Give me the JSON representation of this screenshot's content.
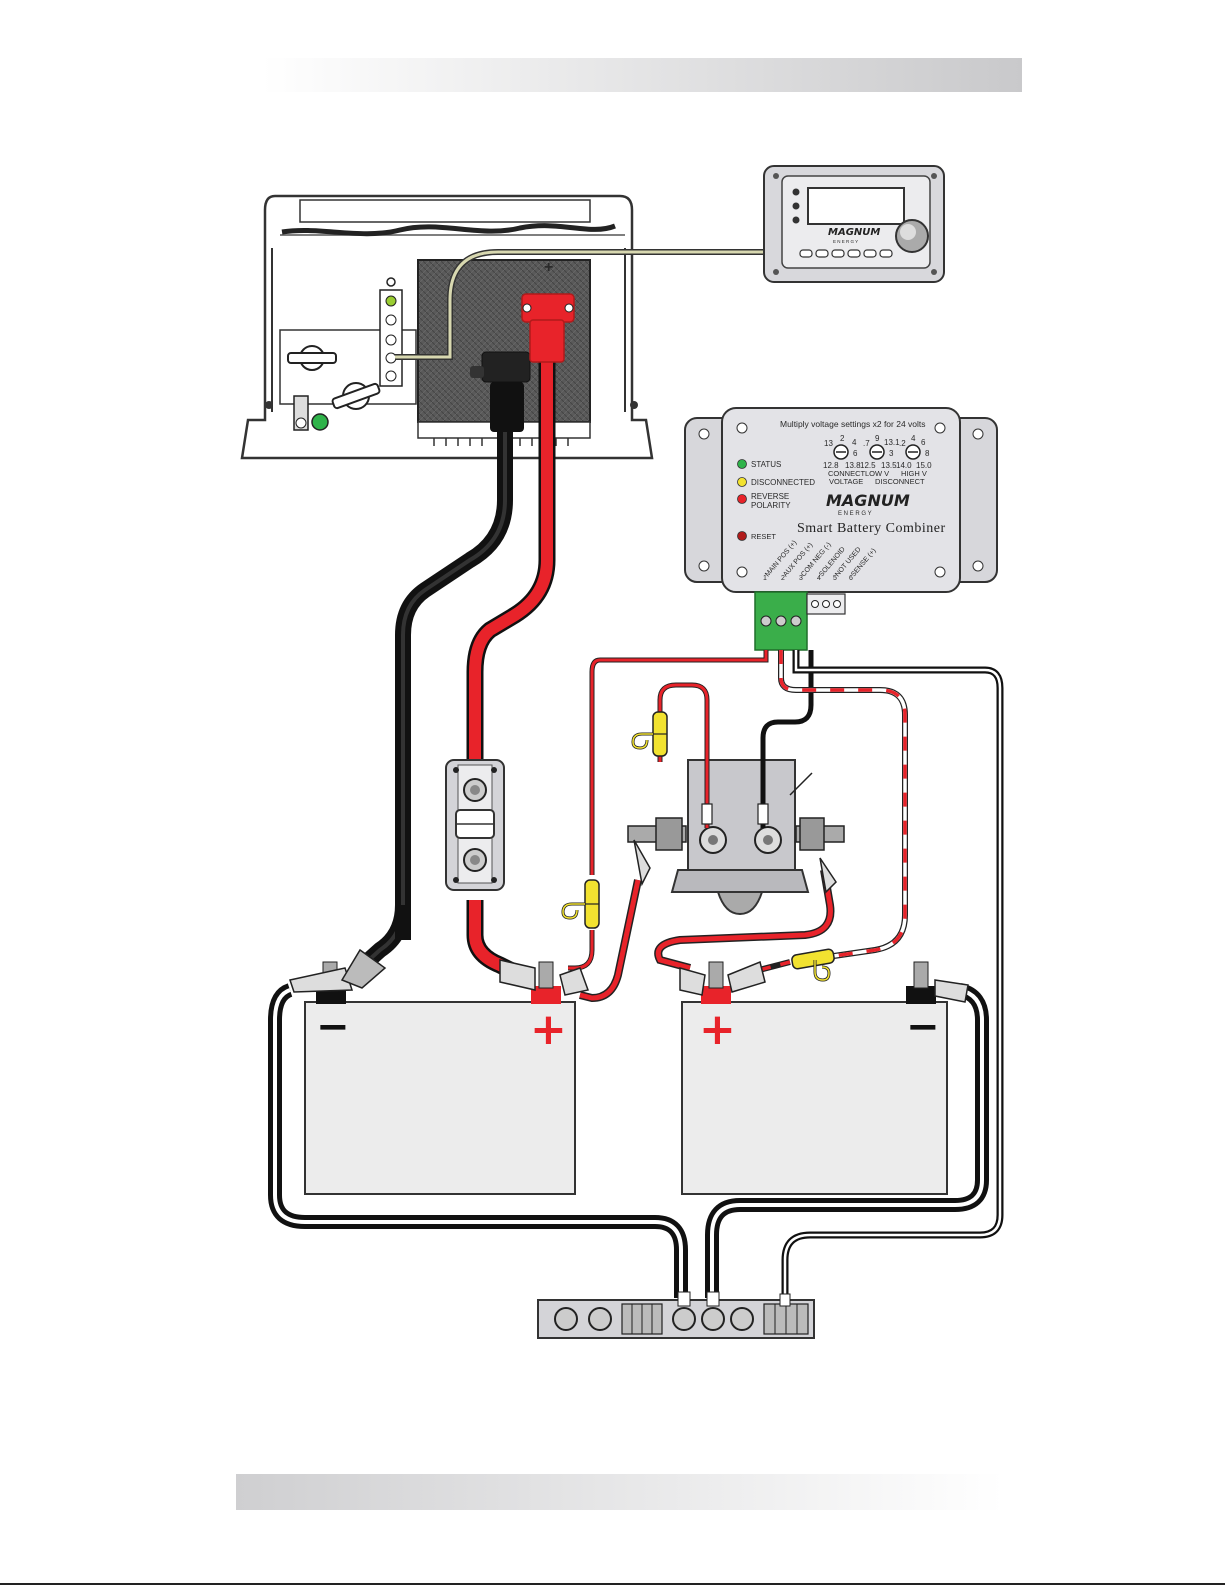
{
  "sbc": {
    "note": "Multiply voltage settings x2 for 24 volts",
    "leds": [
      {
        "label": "STATUS",
        "color": "#2fb34a"
      },
      {
        "label": "DISCONNECTED",
        "color": "#f2e230"
      },
      {
        "label": "REVERSE",
        "color": "#e8232a"
      },
      {
        "label": "RESET",
        "color": "#b01b1b"
      }
    ],
    "polarity_label": "POLARITY",
    "dials": {
      "connect": {
        "tick_left": "13",
        "tick_top": "2",
        "tick_right": "4",
        "tick_side": "6",
        "min": "12.8",
        "max": "13.8"
      },
      "low": {
        "tick_left": ".7",
        "tick_top": "9",
        "tick_right": "13.1",
        "tick_side": "3",
        "min": "12.5",
        "max": "13.5"
      },
      "high": {
        "tick_left": ".2",
        "tick_top": "4",
        "tick_right": "6",
        "tick_side": "8",
        "min": "14.0",
        "max": "15.0"
      }
    },
    "dial_group_labels": [
      "CONNECT",
      "VOLTAGE",
      "LOW  V",
      "HIGH  V",
      "DISCONNECT"
    ],
    "brand_main": "MAGNUM",
    "brand_sub": "E N E R G Y",
    "title": "Smart Battery Combiner",
    "terminals": [
      "MAIN POS (+)",
      "AUX POS (+)",
      "COM NEG (-)",
      "SOLENOID",
      "NOT USED",
      "SENSE (+)"
    ],
    "terminal_numbers": [
      "1",
      "2",
      "3",
      "4",
      "5",
      "6"
    ]
  },
  "remote": {
    "brand": "MAGNUM",
    "brand_sub": "E N E R G Y"
  },
  "inverter": {
    "plus_label": "+",
    "minus_label": "-"
  },
  "batteries": [
    {
      "left_sign": "−",
      "right_sign": "+"
    },
    {
      "left_sign": "+",
      "right_sign": "−"
    }
  ],
  "colors": {
    "red_cable": "#e8232a",
    "black_cable": "#111111",
    "fuse_yellow": "#f2e230",
    "sbc_green": "#3aae4a",
    "battery_fill": "#ececec"
  }
}
